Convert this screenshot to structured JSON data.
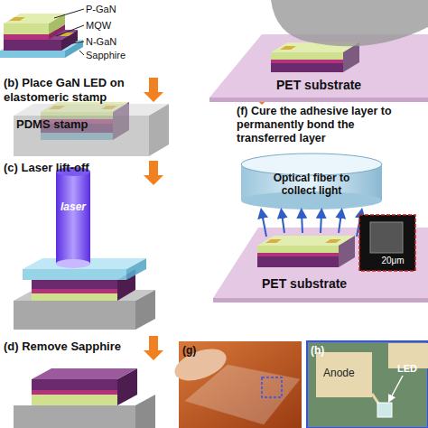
{
  "diagram": {
    "labels": [
      "P-GaN",
      "MQW",
      "N-GaN",
      "Sapphire",
      "PET substrate",
      "(b) Place GaN LED on elastomeric stamp",
      "PDMS stamp",
      "(f) Cure the adhesive layer to permanently bond the transferred layer",
      "(c) Laser lift-off",
      "laser",
      "Optical fiber to collect light",
      "PET substrate",
      "20μm",
      "(d) Remove Sapphire",
      "(g)",
      "(h)",
      "Anode",
      "LED"
    ]
  }
}
